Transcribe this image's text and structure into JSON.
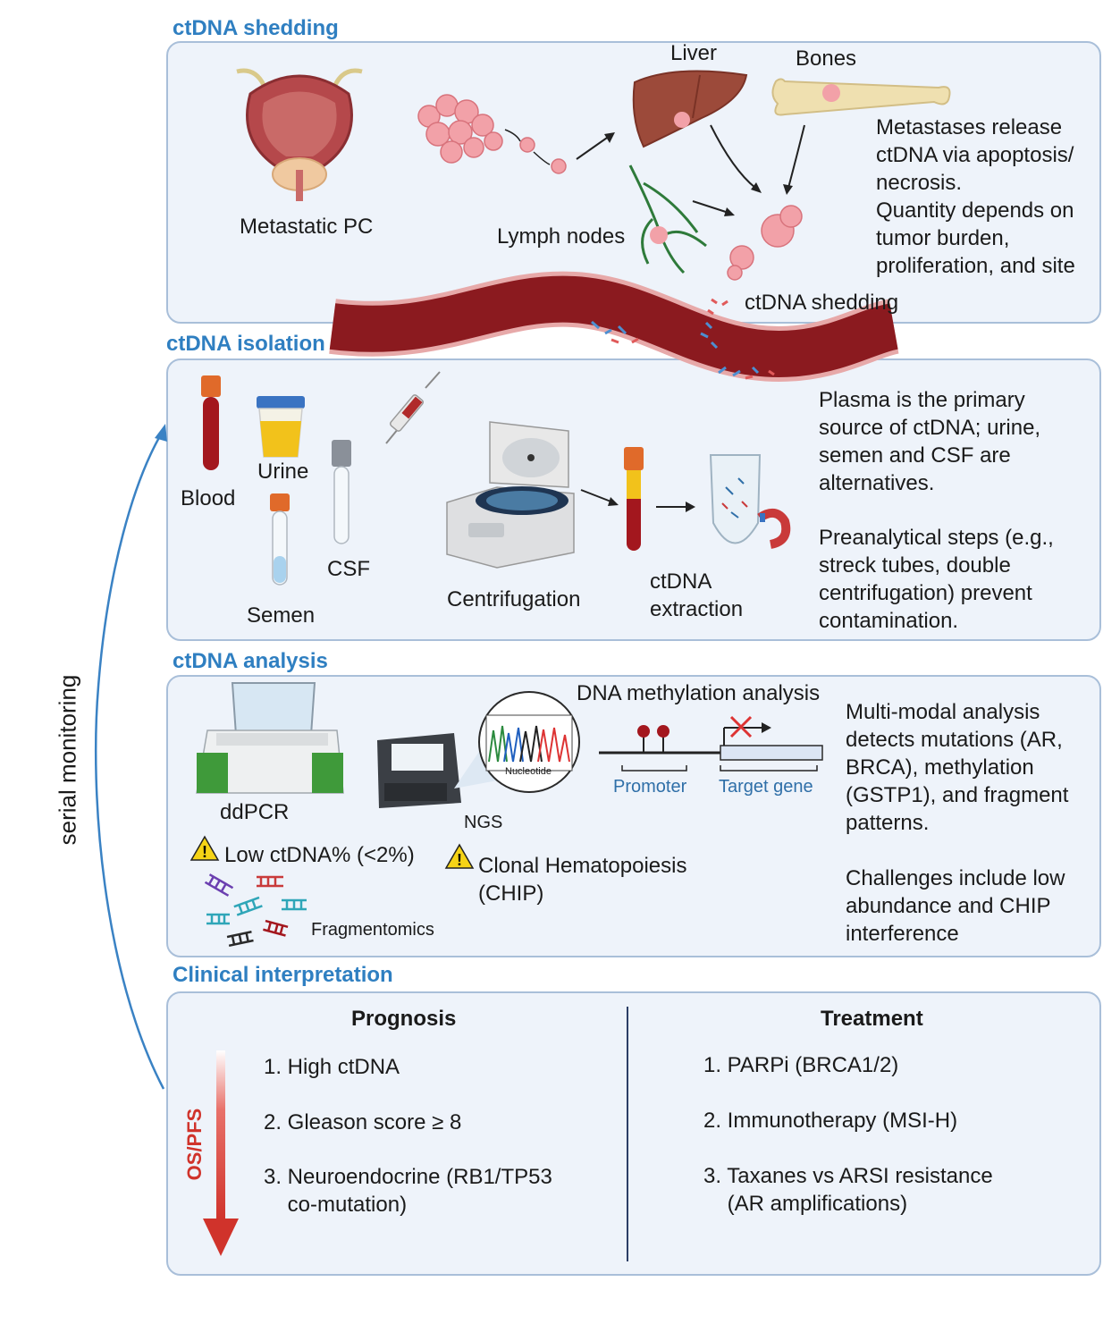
{
  "shedding": {
    "title": "ctDNA shedding",
    "metastatic_pc": "Metastatic PC",
    "liver": "Liver",
    "bones": "Bones",
    "lymph_nodes": "Lymph nodes",
    "ctdna_shedding": "ctDNA shedding",
    "desc": [
      "Metastases release",
      "ctDNA via apoptosis/",
      "necrosis.",
      "Quantity depends on",
      "tumor burden,",
      "proliferation, and site"
    ]
  },
  "isolation": {
    "title": "ctDNA isolation",
    "blood": "Blood",
    "urine": "Urine",
    "csf": "CSF",
    "semen": "Semen",
    "centrifugation": "Centrifugation",
    "extraction": [
      "ctDNA",
      "extraction"
    ],
    "desc1": [
      "Plasma is the primary",
      "source of ctDNA; urine,",
      "semen and CSF are",
      "alternatives."
    ],
    "desc2": [
      "Preanalytical steps (e.g.,",
      "streck tubes, double",
      "centrifugation) prevent",
      "contamination."
    ]
  },
  "analysis": {
    "title": "ctDNA analysis",
    "ddpcr": "ddPCR",
    "ngs": "NGS",
    "nucleotide": "Nucleotide",
    "methylation_title": "DNA methylation analysis",
    "promoter": "Promoter",
    "target_gene": "Target gene",
    "low_ctdna": "Low ctDNA% (<2%)",
    "chip": [
      "Clonal Hematopoiesis",
      "(CHIP)"
    ],
    "fragmentomics": "Fragmentomics",
    "desc1": [
      "Multi-modal analysis",
      "detects mutations (AR,",
      "BRCA), methylation",
      "(GSTP1), and fragment",
      "patterns."
    ],
    "desc2": [
      "Challenges include low",
      "abundance and CHIP",
      "interference"
    ]
  },
  "clinical": {
    "title": "Clinical interpretation",
    "prognosis_header": "Prognosis",
    "treatment_header": "Treatment",
    "os_pfs": "OS/PFS",
    "prognosis": [
      {
        "lines": [
          "1.  High ctDNA"
        ]
      },
      {
        "lines": [
          "2. Gleason score ≥ 8"
        ]
      },
      {
        "lines": [
          "3. Neuroendocrine (RB1/TP53",
          "    co-mutation)"
        ]
      }
    ],
    "treatment": [
      {
        "lines": [
          "1.  PARPi (BRCA1/2)"
        ]
      },
      {
        "lines": [
          "2. Immunotherapy (MSI-H)"
        ]
      },
      {
        "lines": [
          "3. Taxanes vs ARSI resistance",
          "    (AR amplifications)"
        ]
      }
    ]
  },
  "serial_monitoring": "serial monitoring",
  "colors": {
    "section_title": "#2f7fc1",
    "panel_fill": "#eef3fa",
    "panel_border": "#a9bfd9",
    "vessel": "#8b1a1f",
    "arrow_red": "#d0332b",
    "monitor_arrow": "#3a82c4"
  }
}
